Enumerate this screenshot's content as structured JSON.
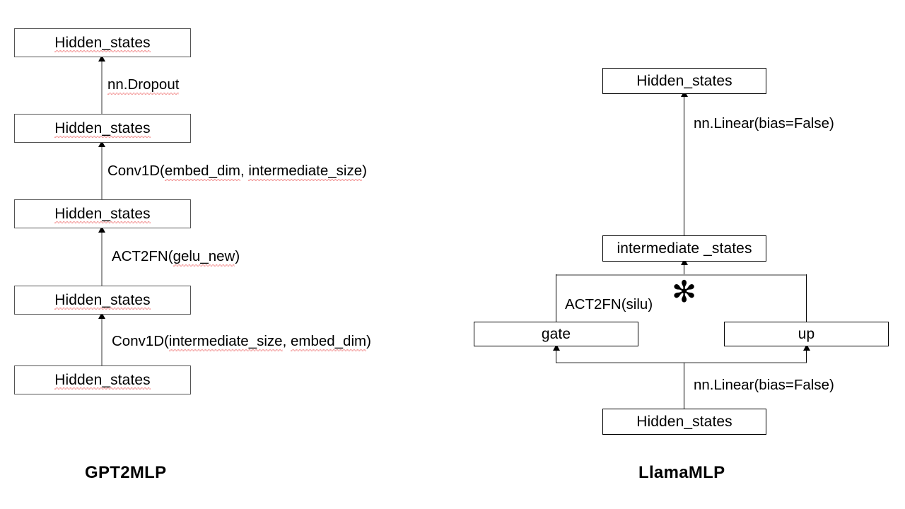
{
  "diagram": {
    "title_left": "GPT2MLP",
    "title_right": "LlamaMLP",
    "colors": {
      "box_border_left": "#545454",
      "box_border_right": "#000000",
      "connector_gray": "#9a9a9a",
      "connector_black": "#000000",
      "spellcheck_squiggle": "#f4a0a0",
      "background": "#ffffff",
      "text": "#000000"
    }
  },
  "gpt2mlp": {
    "caption": "GPT2MLP",
    "nodes": [
      {
        "id": "gpt2-node-5",
        "label": "Hidden_states"
      },
      {
        "id": "gpt2-node-4",
        "label": "Hidden_states"
      },
      {
        "id": "gpt2-node-3",
        "label": "Hidden_states"
      },
      {
        "id": "gpt2-node-2",
        "label": "Hidden_states"
      },
      {
        "id": "gpt2-node-1",
        "label": "Hidden_states"
      }
    ],
    "edges": [
      {
        "id": "gpt2-edge-dropout",
        "label": "nn.Dropout"
      },
      {
        "id": "gpt2-edge-conv-up",
        "label": "Conv1D(embed_dim, intermediate_size)"
      },
      {
        "id": "gpt2-edge-act",
        "label": "ACT2FN(gelu_new)"
      },
      {
        "id": "gpt2-edge-conv-down",
        "label": "Conv1D(intermediate_size, embed_dim)"
      }
    ]
  },
  "llamamlp": {
    "caption": "LlamaMLP",
    "nodes": [
      {
        "id": "llama-node-output",
        "label": "Hidden_states"
      },
      {
        "id": "llama-node-intermediate",
        "label": "intermediate _states"
      },
      {
        "id": "llama-node-gate",
        "label": "gate"
      },
      {
        "id": "llama-node-up",
        "label": "up"
      },
      {
        "id": "llama-node-input",
        "label": "Hidden_states"
      }
    ],
    "edges": [
      {
        "id": "llama-edge-down-proj",
        "label": "nn.Linear(bias=False)"
      },
      {
        "id": "llama-edge-act",
        "label": "ACT2FN(silu)"
      },
      {
        "id": "llama-edge-proj",
        "label": "nn.Linear(bias=False)"
      }
    ],
    "operator": {
      "id": "llama-elementwise-multiply",
      "symbol": "✻"
    }
  }
}
